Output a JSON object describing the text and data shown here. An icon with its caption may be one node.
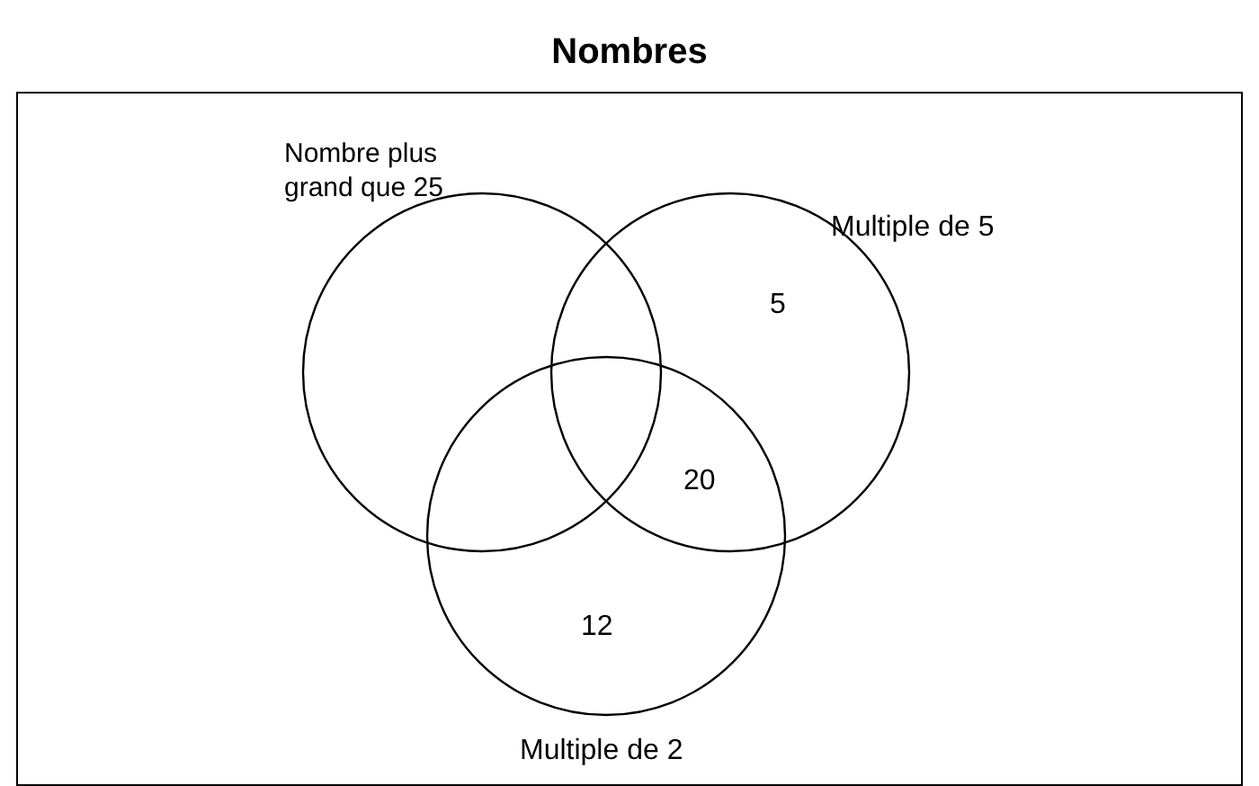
{
  "diagram": {
    "title": "Nombres",
    "nodes": [
      {
        "text": [
          "Nombre plus grand que 25"
        ]
      },
      {
        "text": [
          "Multiple de 5"
        ]
      },
      {
        "text": [
          "Multiple de 2"
        ]
      }
    ],
    "labels": [
      "5",
      "20",
      "12"
    ]
  }
}
